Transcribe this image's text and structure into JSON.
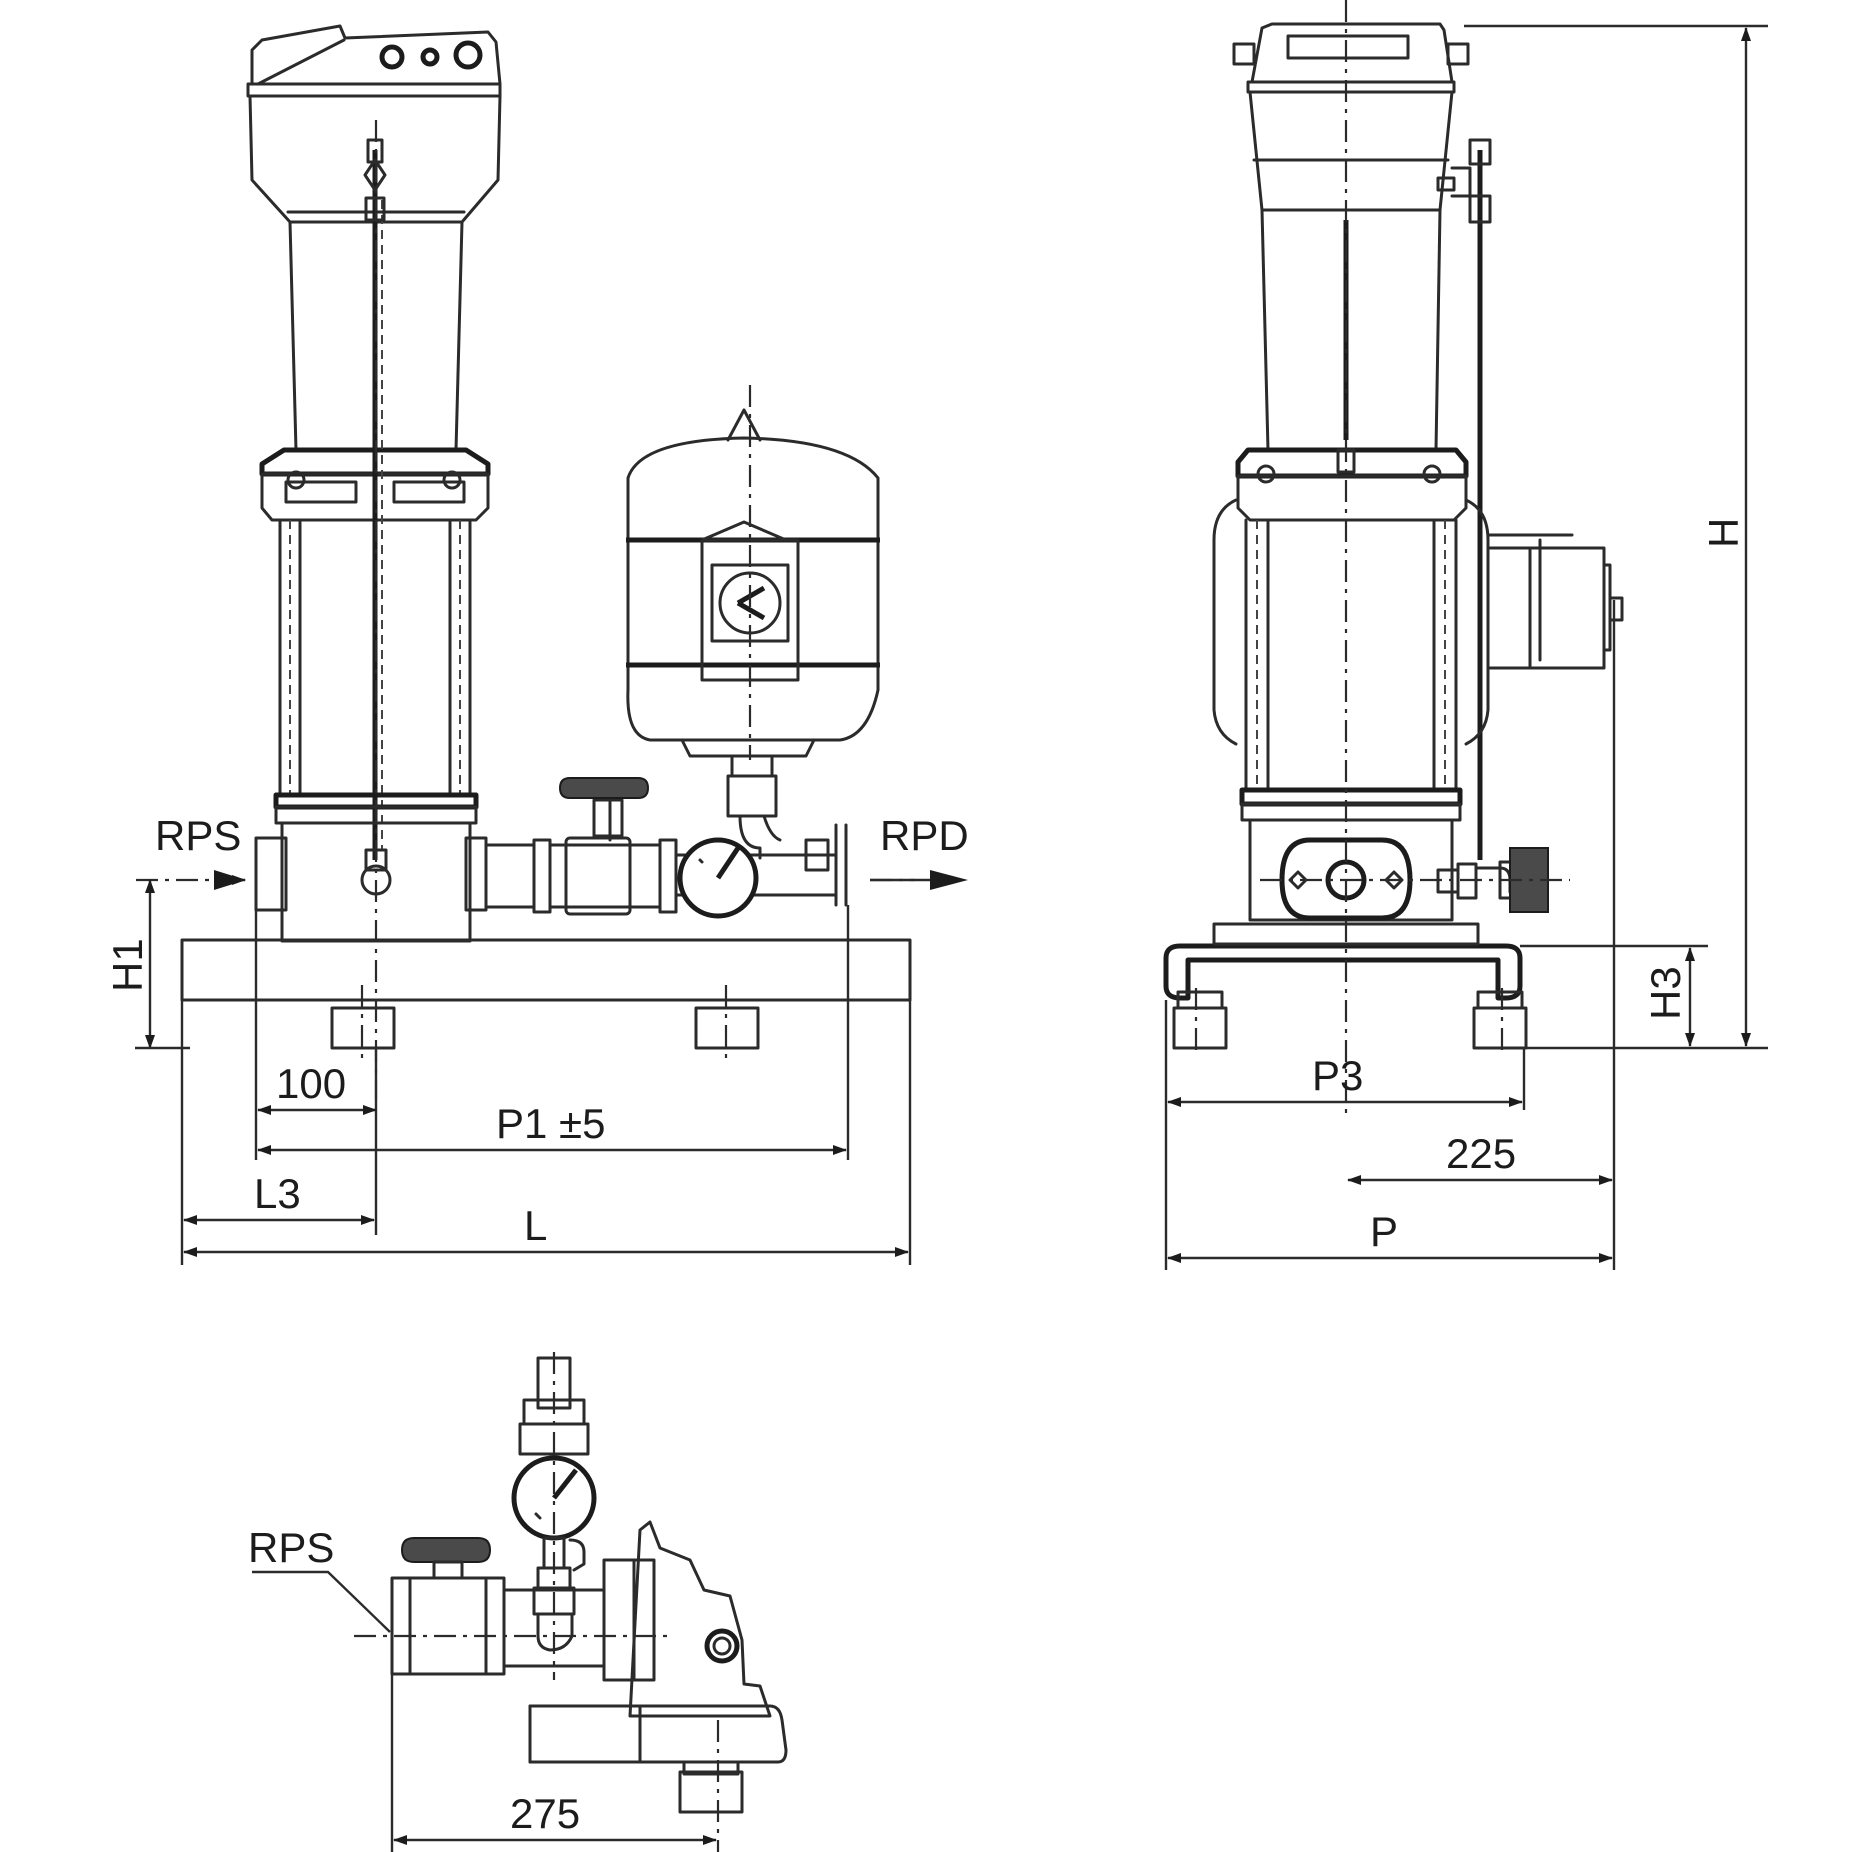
{
  "labels": {
    "suction_port": "RPS",
    "discharge_port": "RPD",
    "height_total": "H",
    "height_inlet": "H1",
    "height_frame": "H3",
    "dim_100": "100",
    "dim_p1": "P1 ±5",
    "dim_l3": "L3",
    "dim_length": "L",
    "dim_p3": "P3",
    "dim_225": "225",
    "dim_depth": "P",
    "suction_port_detail": "RPS",
    "dim_275": "275"
  }
}
